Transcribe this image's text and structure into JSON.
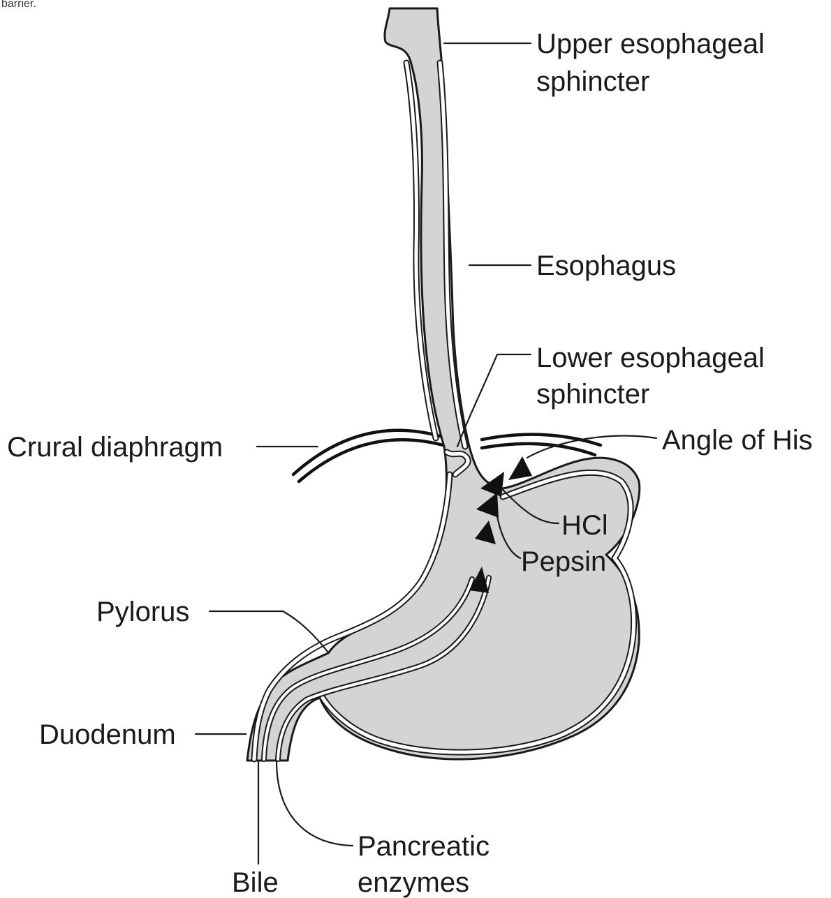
{
  "caption": "barrier.",
  "labels": {
    "upper_les_line1": "Upper esophageal",
    "upper_les_line2": "sphincter",
    "esophagus": "Esophagus",
    "lower_les_line1": "Lower esophageal",
    "lower_les_line2": "sphincter",
    "crural_diaphragm": "Crural diaphragm",
    "angle_of_his": "Angle of His",
    "hcl": "HCl",
    "pepsin": "Pepsin",
    "pylorus": "Pylorus",
    "duodenum": "Duodenum",
    "bile": "Bile",
    "pancreatic_line1": "Pancreatic",
    "pancreatic_line2": "enzymes"
  },
  "colors": {
    "organ_fill": "#d4d4d4",
    "outline": "#1a1a1a",
    "background": "#ffffff"
  }
}
